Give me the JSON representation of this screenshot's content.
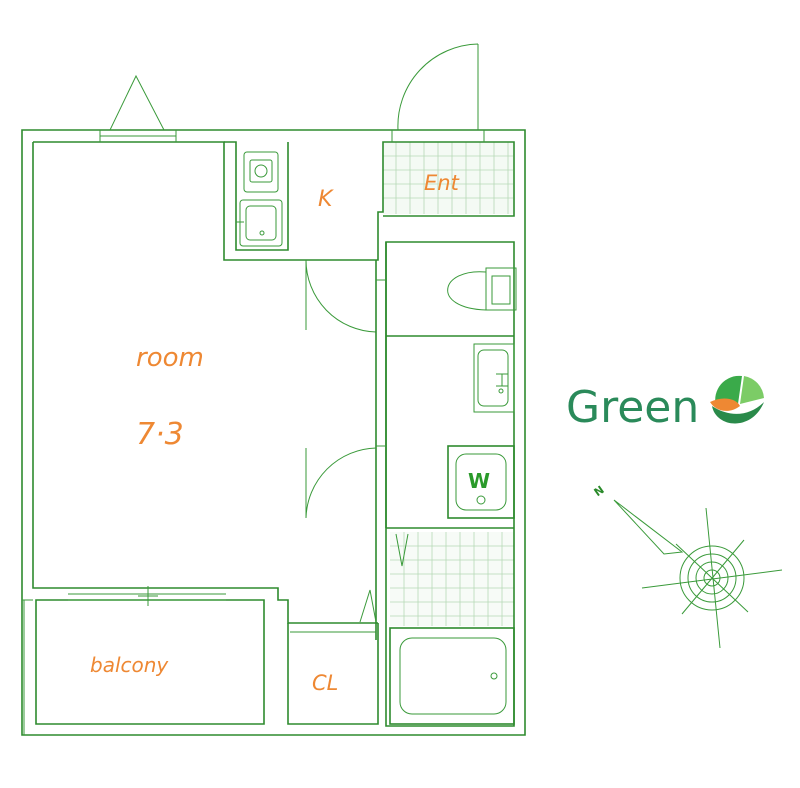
{
  "rooms": {
    "room_name": "room",
    "room_size": "7·3",
    "kitchen": "K",
    "entrance": "Ent",
    "balcony": "balcony",
    "closet": "CL",
    "washer": "W"
  },
  "brand": {
    "name": "Green",
    "text_color": "#2a8a5a",
    "logo_orange": "#ee8833",
    "logo_green": "#3aaa4a"
  },
  "compass": {
    "north_label": "N"
  },
  "colors": {
    "wall": "#2e8b2e",
    "label": "#ee8833"
  }
}
